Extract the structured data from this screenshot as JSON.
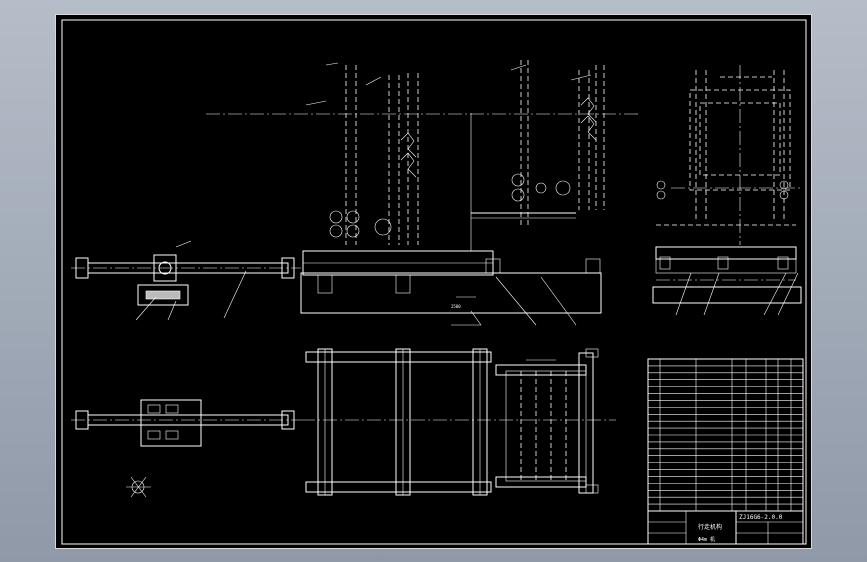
{
  "drawing": {
    "title_block": {
      "drawing_number": "ZJ16G6-2.0.0",
      "title": "行走机构",
      "sub_note": "Φ4m 机"
    },
    "bom": {
      "row_count": 22
    }
  }
}
